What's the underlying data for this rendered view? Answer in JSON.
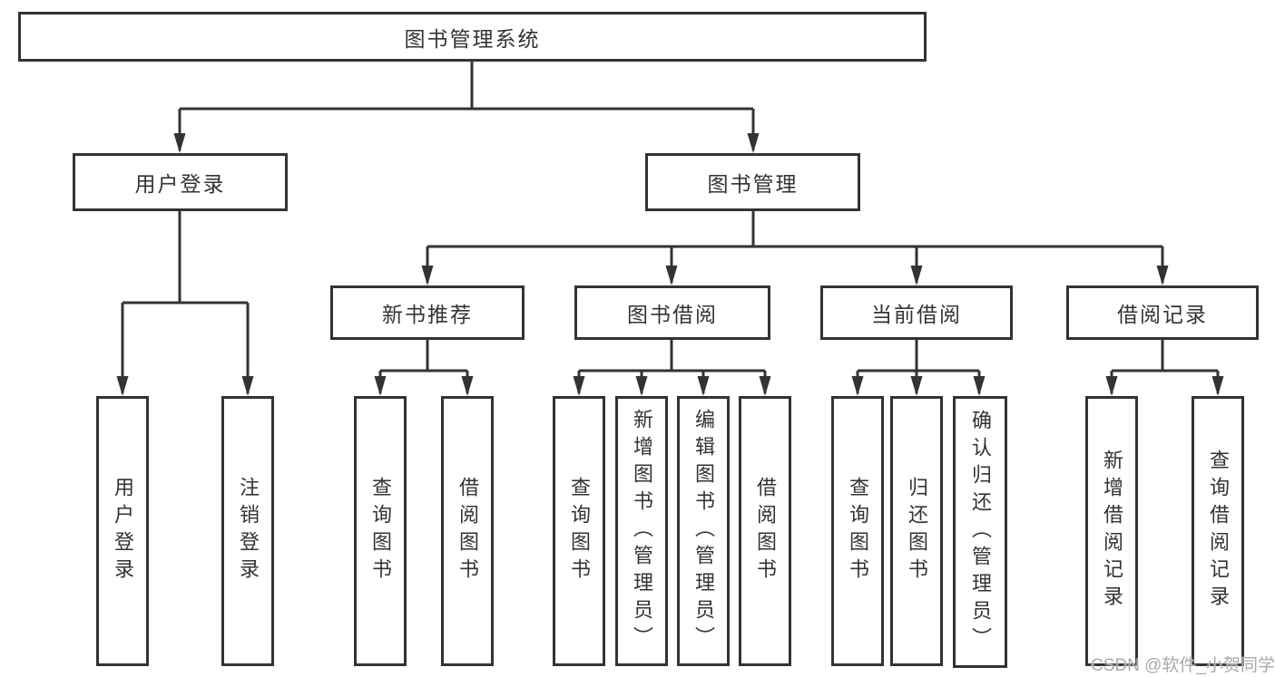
{
  "diagram": {
    "root": "图书管理系统",
    "branches": [
      {
        "label": "用户登录",
        "children": [
          "用户登录",
          "注销登录"
        ]
      },
      {
        "label": "图书管理",
        "groups": [
          {
            "label": "新书推荐",
            "children": [
              "查询图书",
              "借阅图书"
            ]
          },
          {
            "label": "图书借阅",
            "children": [
              "查询图书",
              "新增图书（管理员）",
              "编辑图书（管理员）",
              "借阅图书"
            ]
          },
          {
            "label": "当前借阅",
            "children": [
              "查询图书",
              "归还图书",
              "确认归还（管理员）"
            ]
          },
          {
            "label": "借阅记录",
            "children": [
              "新增借阅记录",
              "查询借阅记录"
            ]
          }
        ]
      }
    ],
    "line_color": "#333333",
    "background_color": "#ffffff"
  },
  "watermark": "CSDN @软件_小贺同学"
}
